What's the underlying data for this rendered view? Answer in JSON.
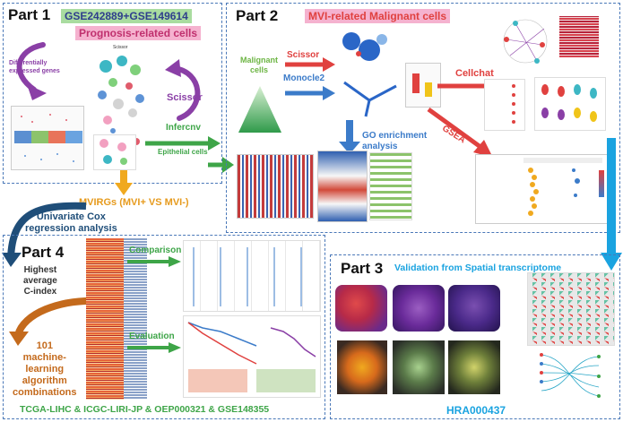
{
  "part1": {
    "title": "Part 1",
    "datasets": "GSE242889+GSE149614",
    "prognosis": "Prognosis-related cells",
    "deg": "Differentially\nexpressed genes",
    "scissor": "Scissor",
    "infercnv": "Infercnv",
    "epithelial": "Epithelial cells"
  },
  "part2": {
    "title": "Part 2",
    "mvi": "MVI-related Malignant cells",
    "malignant": "Malignant\ncells",
    "scissor": "Scissor",
    "monocle": "Monocle2",
    "cellchat": "Cellchat",
    "go": "GO enrichment\nanalysis",
    "gsea": "GSEA"
  },
  "mvirgs": "MVIRGs (MVI+ VS MVI-)",
  "cox": "Univariate Cox\nregression analysis",
  "part4": {
    "title": "Part 4",
    "comparison": "Comparison",
    "evaluation": "Evaluation",
    "cindex": "Highest\naverage\nC-index",
    "ml": "101\nmachine-\nlearning\nalgorithm\ncombinations",
    "cohorts": "TCGA-LIHC & ICGC-LIRI-JP & OEP000321 & GSE148355"
  },
  "part3": {
    "title": "Part 3",
    "validation": "Validation from Spatial transcriptome",
    "hra": "HRA000437"
  },
  "colors": {
    "border": "#4a78b8",
    "green": "#3ea548",
    "blue": "#3b7bc9",
    "orange": "#e69a1c",
    "purple": "#8a3fa6",
    "brown": "#c46a1c",
    "red": "#e0413f",
    "cyan": "#1aa3e0",
    "pink": "#f4a9c9",
    "navy": "#1f4e79"
  }
}
